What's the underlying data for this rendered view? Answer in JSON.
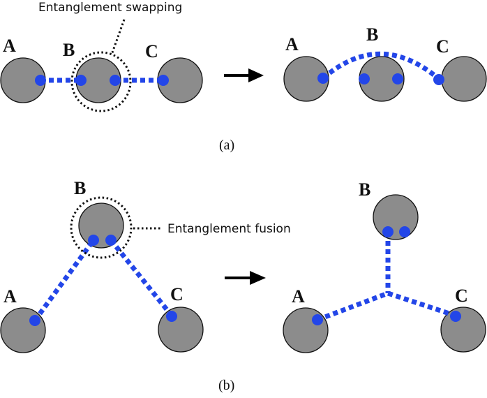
{
  "colors": {
    "node_fill": "#8c8c8c",
    "qubit": "#2346e8",
    "link": "#2346e8",
    "ink": "#111111"
  },
  "panel_a": {
    "annotation": "Entanglement swapping",
    "caption": "(a)",
    "before": {
      "labels": [
        "A",
        "B",
        "C"
      ]
    },
    "after": {
      "labels": [
        "A",
        "B",
        "C"
      ]
    }
  },
  "panel_b": {
    "annotation": "Entanglement fusion",
    "caption": "(b)",
    "before": {
      "labels": [
        "B",
        "A",
        "C"
      ]
    },
    "after": {
      "labels": [
        "B",
        "A",
        "C"
      ]
    }
  }
}
